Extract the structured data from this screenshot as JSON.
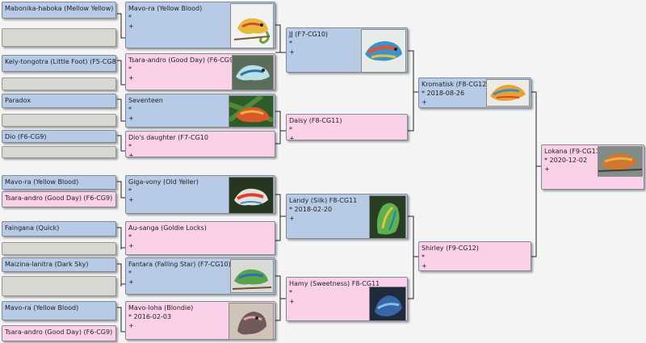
{
  "gen4": {
    "b01": {
      "name": "Mabonika-haboka (Mellow Yellow)"
    },
    "b03": {
      "name": "Kely-tongotra (Little Foot) (F5-CG8)"
    },
    "b05": {
      "name": "Paradox"
    },
    "b07": {
      "name": "Dio (F6-CG9)"
    },
    "b09": {
      "name": "Mavo-ra (Yellow Blood)"
    },
    "b10": {
      "name": "Tsara-andro (Good Day) (F6-CG9)"
    },
    "b11": {
      "name": "Faingana (Quick)"
    },
    "b13": {
      "name": "Maizina-lanitra (Dark Sky)"
    },
    "b15": {
      "name": "Mavo-ra (Yellow Blood)"
    },
    "b16": {
      "name": "Tsara-andro (Good Day) (F6-CG9)"
    }
  },
  "gen3": {
    "c1": {
      "name": "Mavo-ra (Yellow Blood)",
      "birth": "*",
      "death": "+"
    },
    "c2": {
      "name": "Tsara-andro (Good Day) (F6-CG9)",
      "birth": "*",
      "death": "+"
    },
    "c3": {
      "name": "Seventeen",
      "birth": "*",
      "death": "+"
    },
    "c4": {
      "name": "Dio's daughter (F7-CG10",
      "birth": "*",
      "death": "+"
    },
    "c5": {
      "name": "Giga-vony (Old Yeller)",
      "birth": "*",
      "death": "+"
    },
    "c6": {
      "name": "Au-sanga (Goldie Locks)",
      "birth": "*",
      "death": "+"
    },
    "c7": {
      "name": "Fantara (Falling Star) (F7-CG10)",
      "birth": "*",
      "death": "+"
    },
    "c8": {
      "name": "Mavo-loha (Blondie)",
      "birth": "* 2016-02-03",
      "death": "+"
    }
  },
  "gen2": {
    "d1": {
      "name": "JJ (F7-CG10)",
      "birth": "*",
      "death": "+"
    },
    "d2": {
      "name": "Daisy (F8-CG11)",
      "birth": "*",
      "death": "+"
    },
    "d3": {
      "name": "Landy (Silk) F8-CG11",
      "birth": "* 2018-02-20",
      "death": "+"
    },
    "d4": {
      "name": "Hamy (Sweetness) F8-CG11",
      "birth": "*",
      "death": "+"
    }
  },
  "gen1": {
    "e1": {
      "name": "Kromatisk (F8-CG12)",
      "birth": "* 2018-08-26",
      "death": "+"
    },
    "e2": {
      "name": "Shirley (F9-CG12)",
      "birth": "*",
      "death": "+"
    }
  },
  "root": {
    "name": "Lokana (F9-CG13)",
    "birth": "* 2020-12-02",
    "death": "+"
  }
}
